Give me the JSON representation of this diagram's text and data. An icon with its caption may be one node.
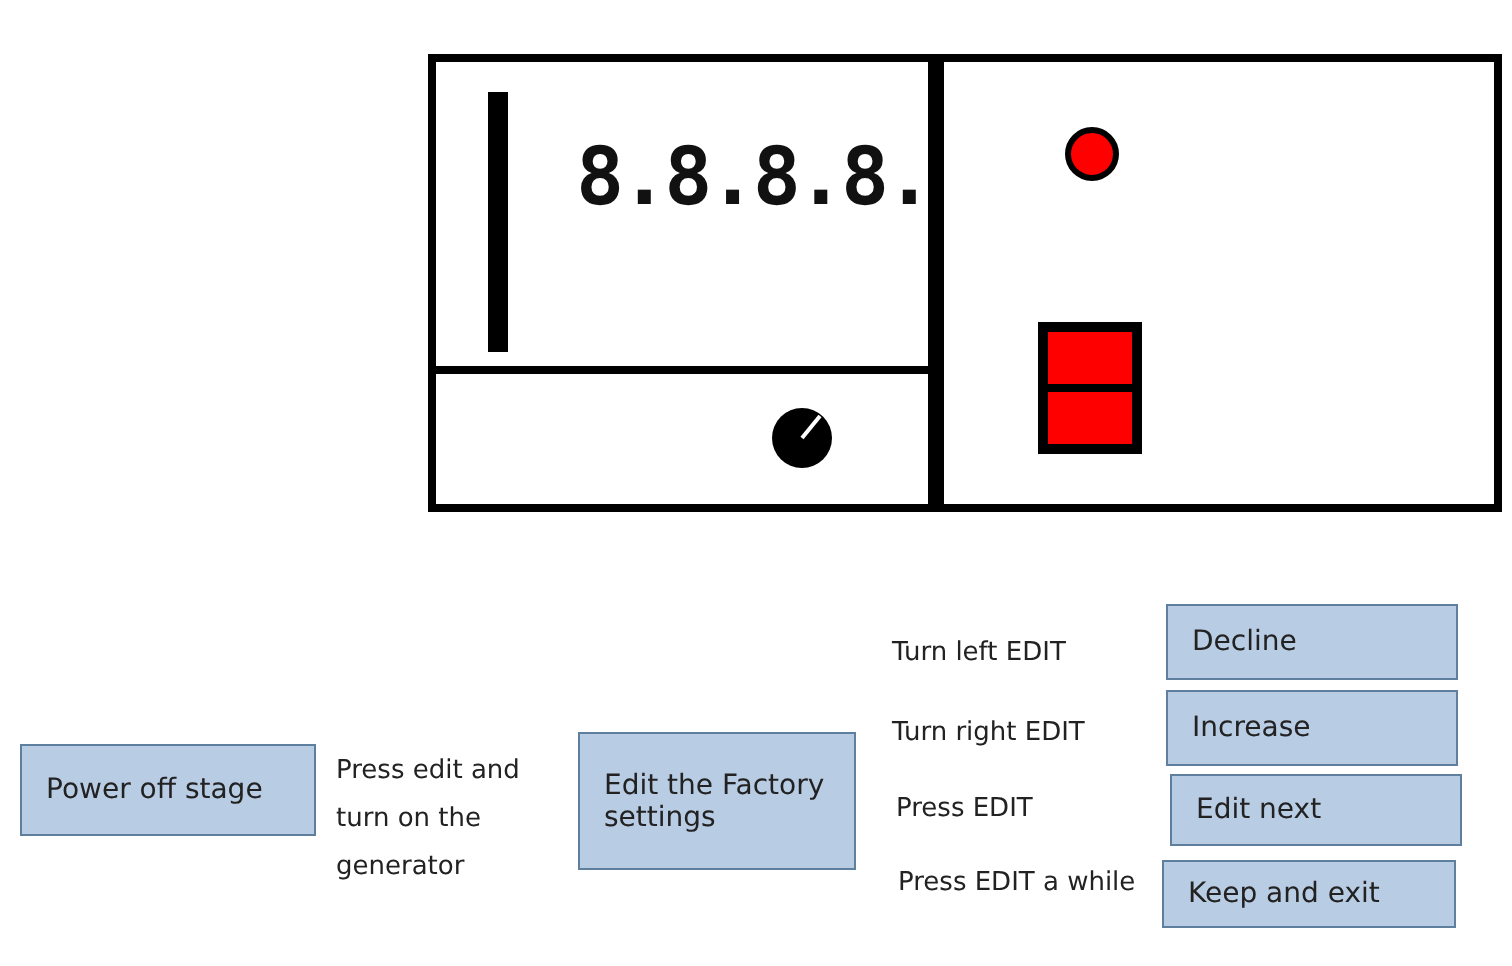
{
  "diagram": {
    "nodes": [
      {
        "text": [
          "Power off stage"
        ]
      },
      {
        "text": [
          "Edit the Factory settings"
        ]
      },
      {
        "text": [
          "Decline"
        ]
      },
      {
        "text": [
          "Increase"
        ]
      },
      {
        "text": [
          "Edit next"
        ]
      },
      {
        "text": [
          "Keep and exit"
        ]
      }
    ],
    "labels": [
      "8.8.8.8.",
      "Press edit and turn on the generator",
      "Turn left EDIT",
      "Turn right EDIT",
      "Press EDIT",
      "Press EDIT a while"
    ]
  }
}
